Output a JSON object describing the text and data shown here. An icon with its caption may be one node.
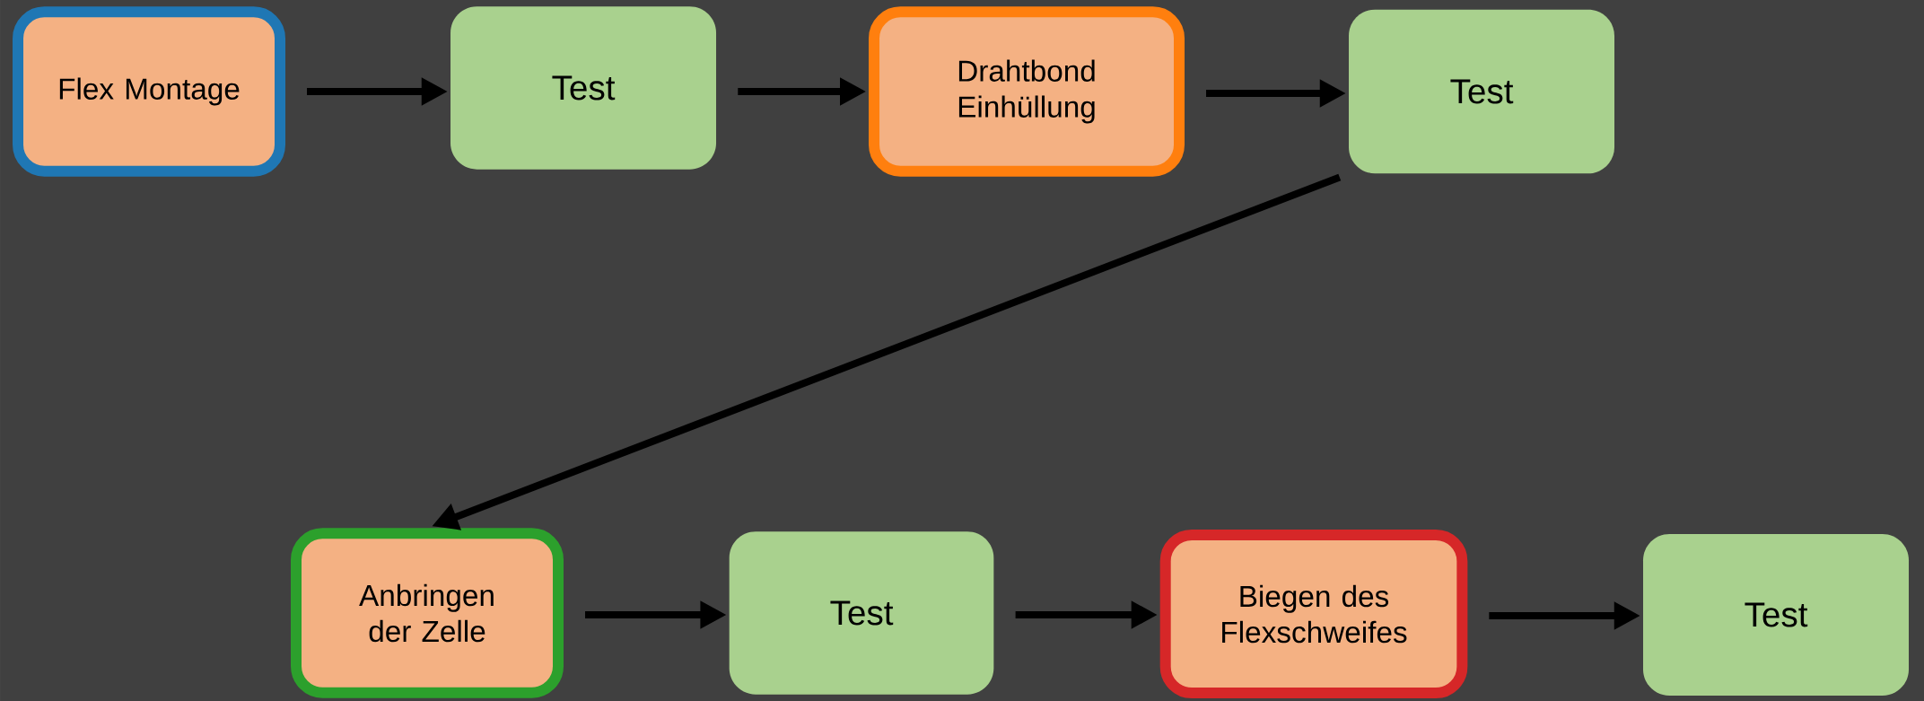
{
  "diagram": {
    "nodes": [
      {
        "text": [
          "Flex Montage"
        ]
      },
      {
        "text": [
          "Test"
        ]
      },
      {
        "text": [
          "Drahtbond Einhüllung"
        ]
      },
      {
        "text": [
          "Test"
        ]
      },
      {
        "text": [
          "Anbringen der Zelle"
        ]
      },
      {
        "text": [
          "Test"
        ]
      },
      {
        "text": [
          "Biegen des Flexschweifes"
        ]
      },
      {
        "text": [
          "Test"
        ]
      }
    ],
    "edges": [
      {
        "from": 0,
        "to": 1,
        "arrow": "to"
      },
      {
        "from": 1,
        "to": 2,
        "arrow": "to"
      },
      {
        "from": 2,
        "to": 3,
        "arrow": "to"
      },
      {
        "from": 3,
        "to": 4,
        "arrow": "to"
      },
      {
        "from": 4,
        "to": 5,
        "arrow": "to"
      },
      {
        "from": 5,
        "to": 6,
        "arrow": "to"
      },
      {
        "from": 6,
        "to": 7,
        "arrow": "to"
      }
    ]
  }
}
